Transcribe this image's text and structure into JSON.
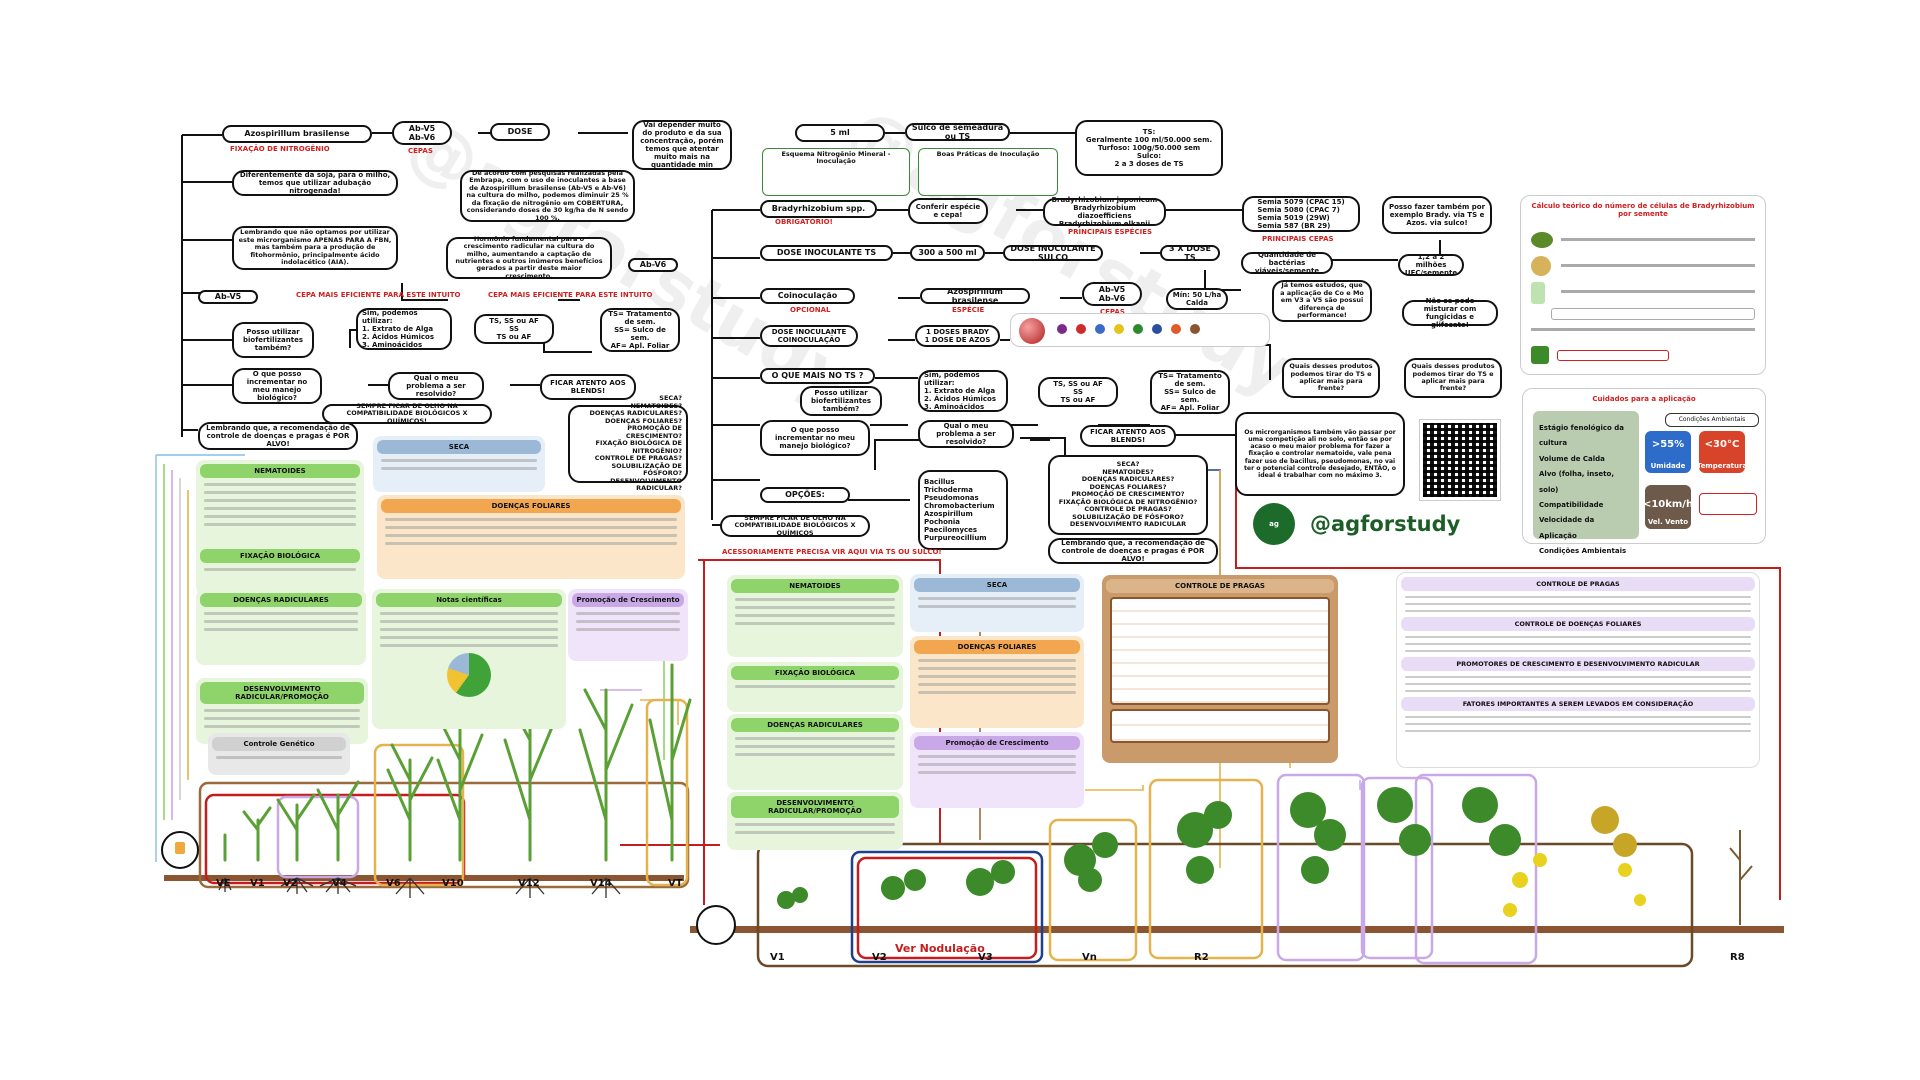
{
  "left": {
    "azo": "Azospirillum brasilense",
    "fixacao": "FIXAÇÃO DE NITROGÊNIO",
    "cepas_box": "Ab-V5\nAb-V6",
    "cepas_lbl": "CEPAS",
    "dose": "DOSE",
    "vai_depender": "Vai depender muito do produto e da sua concentração, porém temos que atentar muito mais na quantidade min",
    "diferentemente": "Diferentemente da soja, para o milho, temos que utilizar adubação nitrogenada!",
    "de_acordo": "De acordo com pesquisas realizadas pela Embrapa, com o uso de inoculantes a base de Azospirillum brasilense (Ab-V5 e Ab-V6) na cultura do milho, podemos diminuir 25 % da fixação de nitrogênio em COBERTURA, considerando doses de 30 kg/ha de N sendo 100 %.",
    "lembrando": "Lembrando que não optamos por utilizar este microrganismo APENAS PARA A FBN, mas também para a produção de fitohormônio, principalmente ácido indolacético (AIA).",
    "hormonio": "Hormônio fundamental para o crescimento radicular na cultura do milho, aumentando a captação de nutrientes e outros inúmeros benefícios gerados a partir deste maior crescimento.",
    "abv6": "Ab-V6",
    "abv5": "Ab-V5",
    "cepa_mais": "CEPA MAIS EFICIENTE PARA ESTE INTUITO",
    "posso": "Posso utilizar biofertilizantes também?",
    "sim": "Sim, podemos utilizar:\n1. Extrato de Alga\n2. Ácidos Húmicos\n3. Aminoácidos",
    "ts": "TS, SS ou AF\nSS\nTS ou AF",
    "ts_trat": "TS= Tratamento de sem.\nSS= Sulco de sem.\nAF= Apl. Foliar",
    "o_que": "O que posso incrementar no meu manejo biológico?",
    "qual": "Qual o meu problema a ser resolvido?",
    "ficar": "FICAR ATENTO AOS BLENDS!",
    "sempre": "SEMPRE FICAR DE OLHO NA COMPATIBILIDADE BIOLÓGICOS X QUÍMICOS!",
    "lembrando2": "Lembrando que, a recomendação de controle de doenças e pragas é POR ALVO!",
    "lista": "SECA?\nNEMATOIDES?\nDOENÇAS RADICULARES?\nDOENÇAS FOLIARES?\nPROMOÇÃO DE CRESCIMENTO?\nFIXAÇÃO BIOLÓGICA DE NITROGÊNIO?\nCONTROLE DE PRAGAS?\nSOLUBILIZAÇÃO DE FÓSFORO?\nDESENVOLVIMENTO RADICULAR?"
  },
  "right": {
    "dose_ml": "5 ml",
    "esquema": "Esquema Nitrogênio Mineral - Inoculação",
    "boas": "Boas Práticas de Inoculação",
    "sulco": "Sulco de semeadura ou TS",
    "ts_box": "TS:\nGeralmente 100 ml/50.000 sem.\nTurfoso: 100g/50.000 sem\nSulco:\n2 a 3 doses de TS",
    "brady": "Bradyrhizobium spp.",
    "obrigatorio": "OBRIGATÓRIO!",
    "conferir": "Conferir espécie e cepa!",
    "especies": "Bradyrhizobium japonicum\nBradyrhizobium diazoefficiens\nBradyrhizobium elkanii",
    "principais": "PRINCIPAIS ESPÉCIES",
    "semias": "Semia 5079 (CPAC 15)\nSemia 5080 (CPAC 7)\nSemia 5019 (29W)\nSemia 587 (BR 29)",
    "principais_cepas": "PRINCIPAIS CEPAS",
    "posso_fazer": "Posso fazer também por exemplo Brady. via TS e Azos. via sulco!",
    "dose_inoc": "DOSE INOCULANTE TS",
    "dose_range": "300 a 500 ml",
    "dose_sulco": "DOSE INOCULANTE SULCO",
    "x3": "3 X DOSE TS",
    "quantidade": "Quantidade de bactérias viáveis/semente",
    "milhoes": "1,2 a 2 milhões UFC/semente",
    "coinoc": "Coinoculação",
    "opcional": "OPCIONAL",
    "azo2": "Azospirillum brasilense",
    "especie": "ESPÉCIE",
    "abv": "Ab-V5\nAb-V6",
    "cepas2": "CEPAS",
    "min": "Mín: 50 L/ha Calda",
    "ja_temos": "Já temos estudos, que a aplicação de Co e Mo em V3 a V5 são possui diferença de performance!",
    "nao_se": "Não se pode misturar com fungicidas e glifosato!",
    "dose_coinoc": "DOSE INOCULANTE COINOCULAÇÃO",
    "doses_brady": "1 DOSES BRADY\n1 DOSE DE AZOS",
    "o_que_mais": "O QUE MAIS NO TS ?",
    "quais1": "Quais desses produtos podemos tirar do TS e aplicar mais para frente?",
    "quais2": "Quais desses produtos podemos tirar do TS e aplicar mais para frente?",
    "posso": "Posso utilizar biofertilizantes também?",
    "sim": "Sim, podemos utilizar:\n1. Extrato de Alga\n2. Ácidos Húmicos\n3. Aminoácidos",
    "ts": "TS, SS ou AF\nSS\nTS ou AF",
    "ts_trat": "TS= Tratamento de sem.\nSS= Sulco de sem.\nAF= Apl. Foliar",
    "o_que": "O que posso incrementar no meu manejo biológico?",
    "qual": "Qual o meu problema a ser resolvido?",
    "ficar": "FICAR ATENTO AOS BLENDS!",
    "os_micro": "Os microrganismos também vão passar por uma competição ali no solo, então se por acaso o meu maior problema for fazer a fixação e controlar nematoide, vale pena fazer uso de bacillus, pseudomonas, no vai ter o potencial controle desejado, ENTÃO, o ideal é trabalhar com no máximo 3.",
    "opcoes": "OPÇÕES:",
    "bacillus": "Bacillus\nTrichoderma\nPseudomonas\nChromobacterium\nAzospirillum\nPochonia\nPaecilomyces\nPurpureocillium",
    "sempre": "SEMPRE FICAR DE OLHO NA COMPATIBILIDADE BIOLÓGICOS X QUÍMICOS",
    "acessoriamente": "ACESSORIAMENTE PRECISA VIR AQUI VIA TS OU SULCO!",
    "lista": "SECA?\nNEMATOIDES?\nDOENÇAS RADICULARES?\nDOENÇAS FOLIARES?\nPROMOÇÃO DE CRESCIMENTO?\nFIXAÇÃO BIOLÓGICA DE NITROGÊNIO?\nCONTROLE DE PRAGAS?\nSOLUBILIZAÇÃO DE FÓSFORO?\nDESENVOLVIMENTO RADICULAR",
    "lembrando": "Lembrando que, a recomendação de controle de doenças e pragas é POR ALVO!",
    "handle": "@agforstudy",
    "calculo": "Cálculo teórico do número de células de Bradyrhizobium por semente",
    "cuidados": "Cuidados para a aplicação",
    "condicoes": "Condições Ambientais",
    "cuid_list": "Estágio fenológico da cultura\nVolume de Calda\nAlvo (folha, inseto, solo)\nCompatibilidade\nVelocidade da Aplicação\nCondições Ambientais",
    "umidade": ">55%",
    "umidade_lbl": "Umidade",
    "temp": "<30°C",
    "temp_lbl": "Temperatura",
    "vento": "<10km/h",
    "vento_lbl": "Vel. Vento",
    "controle_pragas": "CONTROLE DE PRAGAS",
    "controle_doencas": "CONTROLE DE DOENÇAS FOLIARES",
    "promotores": "PROMOTORES DE CRESCIMENTO E DESENVOLVIMENTO RADICULAR",
    "fatores": "FATORES IMPORTANTES A SEREM LEVADOS EM CONSIDERAÇÃO",
    "ver_nodulacao": "Ver Nodulação"
  },
  "panels_left": [
    "NEMATOIDES",
    "SECA",
    "FIXAÇÃO BIOLÓGICA",
    "DOENÇAS FOLIARES",
    "DOENÇAS RADICULARES",
    "Notas científicas",
    "Promoção de Crescimento",
    "DESENVOLVIMENTO RADICULAR/PROMOÇÃO",
    "Controle Genético"
  ],
  "panels_right": [
    "NEMATOIDES",
    "SECA",
    "DOENÇAS FOLIARES",
    "FIXAÇÃO BIOLÓGICA",
    "DOENÇAS RADICULARES",
    "Promoção de Crescimento",
    "DESENVOLVIMENTO RADICULAR/PROMOÇÃO",
    "CONTROLE DE PRAGAS"
  ],
  "stages_corn": [
    "VE",
    "V1",
    "V2",
    "V4",
    "V6",
    "V10",
    "V12",
    "V14",
    "VT"
  ],
  "stages_soy": [
    "V1",
    "V2",
    "V3",
    "Vn",
    "R2",
    "R8"
  ],
  "colors": {
    "green": "#8fd36b",
    "blue": "#9bb8d6",
    "orange": "#f1a64f",
    "purple": "#c9a8e8",
    "red": "#c41d1d",
    "brown": "#9b6a3d"
  }
}
